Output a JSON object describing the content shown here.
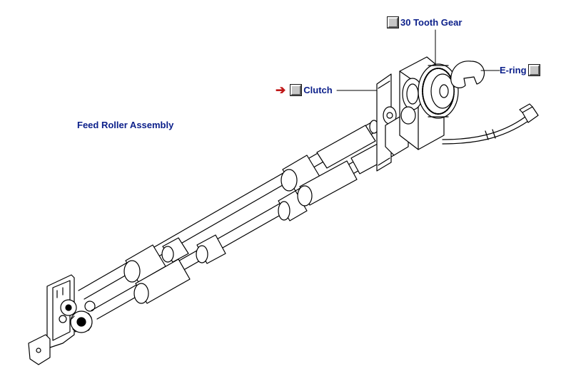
{
  "title": "Feed Roller Assembly",
  "callouts": {
    "clutch": {
      "label": "Clutch",
      "pointer_icon": "right-arrow-icon",
      "pointer_color": "#c01818"
    },
    "gear": {
      "label": "30 Tooth Gear"
    },
    "ering": {
      "label": "E-ring"
    }
  },
  "colors": {
    "label_text": "#0b1f8a",
    "line_art": "#000000",
    "button_face": "#c6c6c6"
  }
}
